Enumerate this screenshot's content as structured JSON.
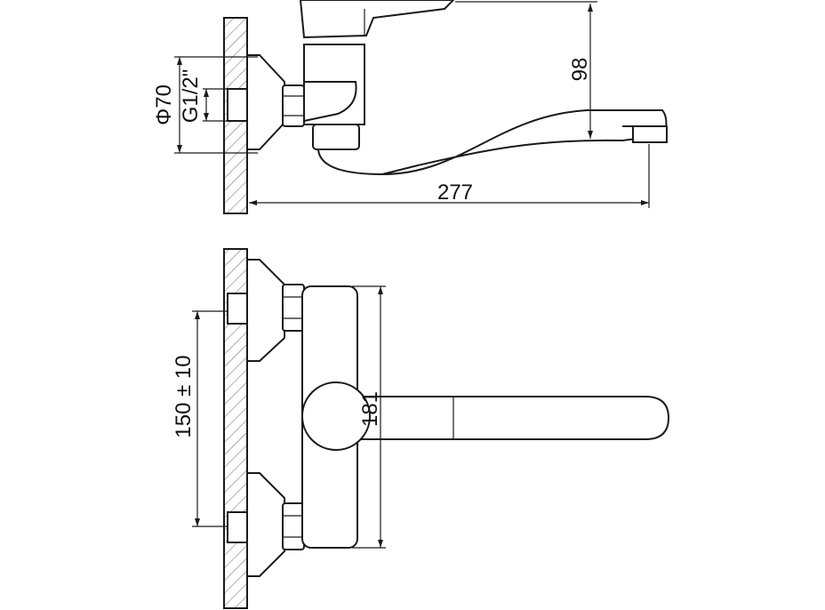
{
  "drawing": {
    "dimensions": {
      "height_98": "98",
      "projection_277": "277",
      "flange_diameter": "Φ70",
      "thread_size": "G1/2\"",
      "center_distance": "150 ± 10",
      "body_height": "181"
    }
  }
}
